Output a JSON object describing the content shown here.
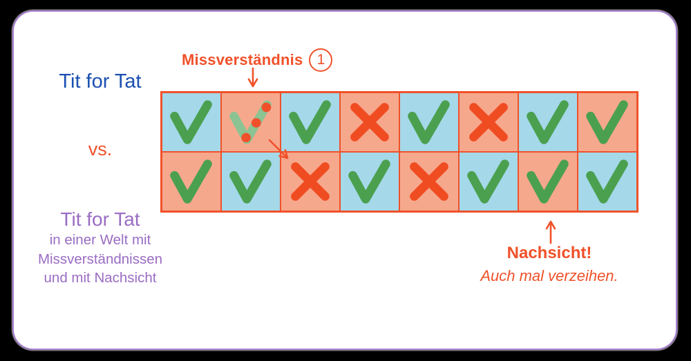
{
  "colors": {
    "background": "#000000",
    "card_bg": "#ffffff",
    "card_border": "#a87fd2",
    "title_blue": "#1b50b2",
    "accent_orange": "#f0512a",
    "purple": "#9a6cc3",
    "cell_blue": "#a5d8e9",
    "cell_salmon": "#f6a88d",
    "check_green": "#4ba050",
    "check_green_faded": "#8cc392",
    "cross_orange": "#f04c22"
  },
  "left_panel": {
    "strategy_a": "Tit for Tat",
    "versus": "vs.",
    "strategy_b": {
      "title": "Tit for Tat",
      "subtitle_lines": [
        "in einer Welt mit",
        "Missverständnissen",
        "und mit Nachsicht"
      ]
    }
  },
  "annotations": {
    "misunderstanding": {
      "label": "Missverständnis",
      "number": "1"
    },
    "forgiveness": {
      "title": "Nachsicht!",
      "subtitle": "Auch mal verzeihen."
    }
  },
  "icons": {
    "check": "check-icon",
    "cross": "cross-icon",
    "misread_check": "misread-check-icon",
    "arrow_down": "arrow-down-icon",
    "arrow_diagonal": "arrow-diagonal-icon",
    "arrow_up": "arrow-up-icon"
  },
  "grid": {
    "rows": [
      {
        "cells": [
          {
            "bg": "blue",
            "mark": "check"
          },
          {
            "bg": "salmon",
            "mark": "misread_check"
          },
          {
            "bg": "blue",
            "mark": "check"
          },
          {
            "bg": "salmon",
            "mark": "cross"
          },
          {
            "bg": "blue",
            "mark": "check"
          },
          {
            "bg": "salmon",
            "mark": "cross"
          },
          {
            "bg": "blue",
            "mark": "check"
          },
          {
            "bg": "salmon",
            "mark": "check"
          }
        ]
      },
      {
        "cells": [
          {
            "bg": "salmon",
            "mark": "check"
          },
          {
            "bg": "blue",
            "mark": "check"
          },
          {
            "bg": "salmon",
            "mark": "cross"
          },
          {
            "bg": "blue",
            "mark": "check"
          },
          {
            "bg": "salmon",
            "mark": "cross"
          },
          {
            "bg": "blue",
            "mark": "check"
          },
          {
            "bg": "salmon",
            "mark": "check"
          },
          {
            "bg": "blue",
            "mark": "check"
          }
        ]
      }
    ]
  }
}
